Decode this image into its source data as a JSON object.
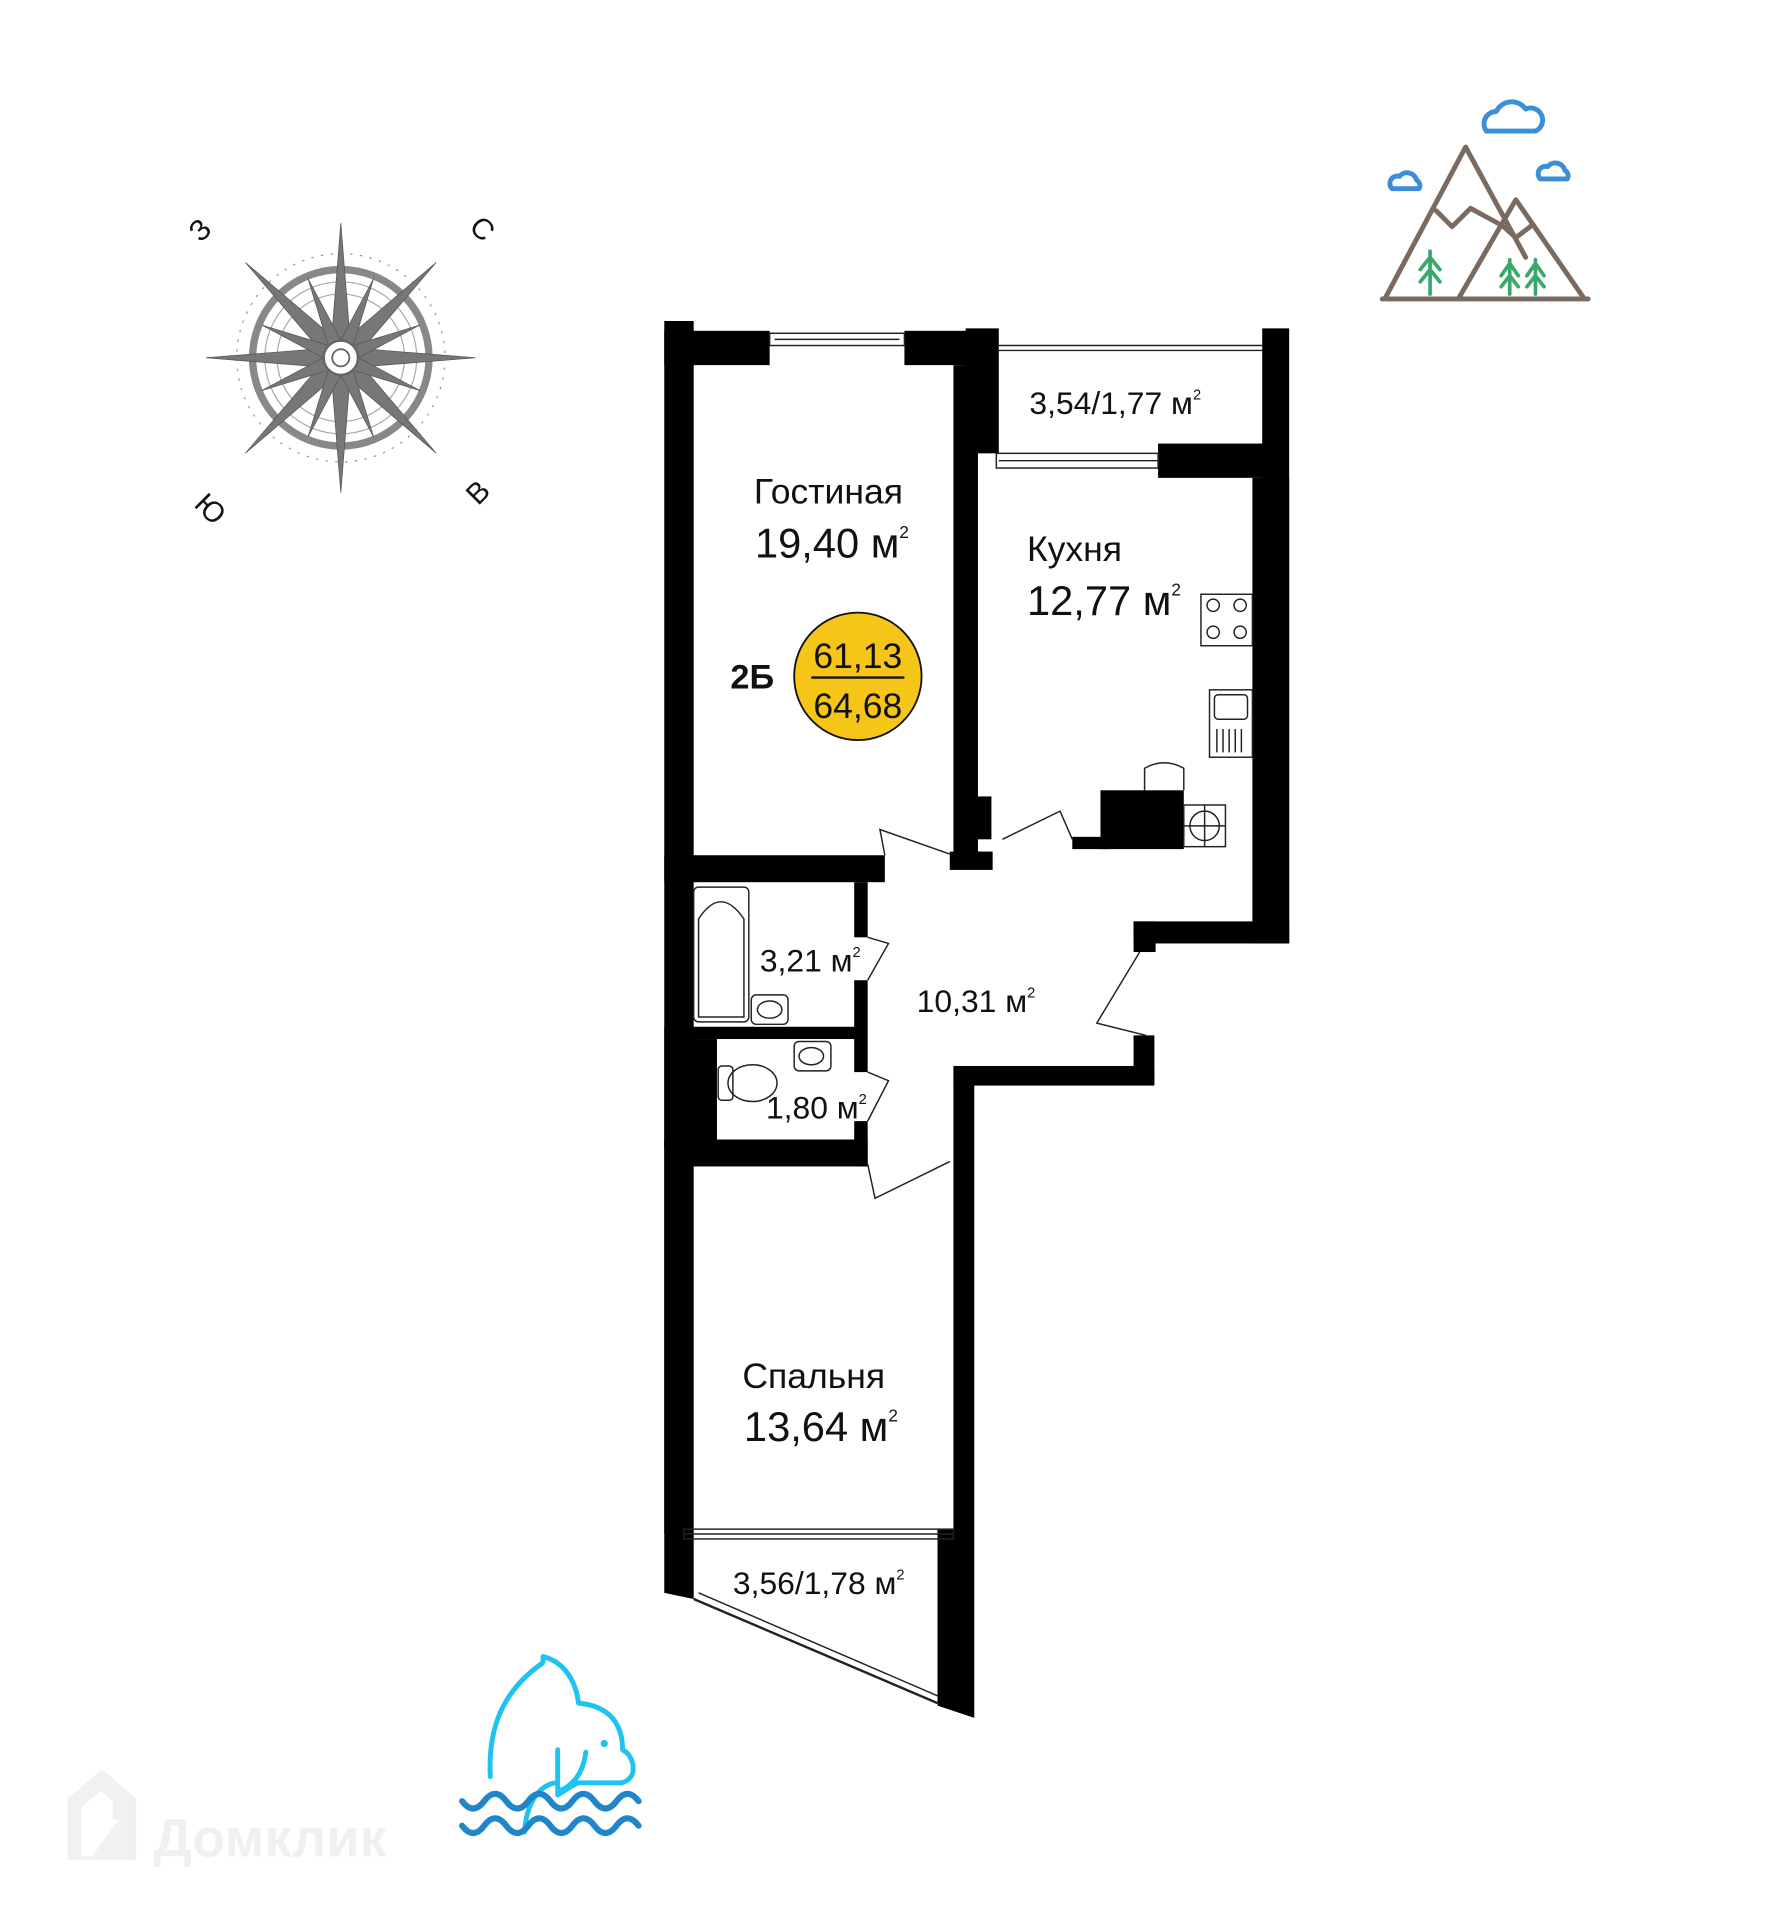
{
  "plan": {
    "apartment_type": "2Б",
    "total_area_living": "61,13",
    "total_area_full": "64,68",
    "badge_color": "#f5c518",
    "rooms": [
      {
        "name": "Гостиная",
        "area": "19,40 м",
        "sup": "2"
      },
      {
        "name": "Кухня",
        "area": "12,77 м",
        "sup": "2"
      },
      {
        "name": "",
        "area": "10,31 м",
        "sup": "2"
      },
      {
        "name": "",
        "area": "3,21 м",
        "sup": "2"
      },
      {
        "name": "",
        "area": "1,80 м",
        "sup": "2"
      },
      {
        "name": "Спальня",
        "area": "13,64 м",
        "sup": "2"
      }
    ],
    "balconies": [
      {
        "area": "3,54/1,77 м",
        "sup": "2"
      },
      {
        "area": "3,56/1,78 м",
        "sup": "2"
      }
    ]
  },
  "compass": {
    "north": "С",
    "south": "Ю",
    "west": "З",
    "east": "В"
  },
  "icons": {
    "mountains": "mountains-icon",
    "sea": "dolphin-icon",
    "compass": "compass-rose-icon"
  },
  "watermark": "Домклик"
}
